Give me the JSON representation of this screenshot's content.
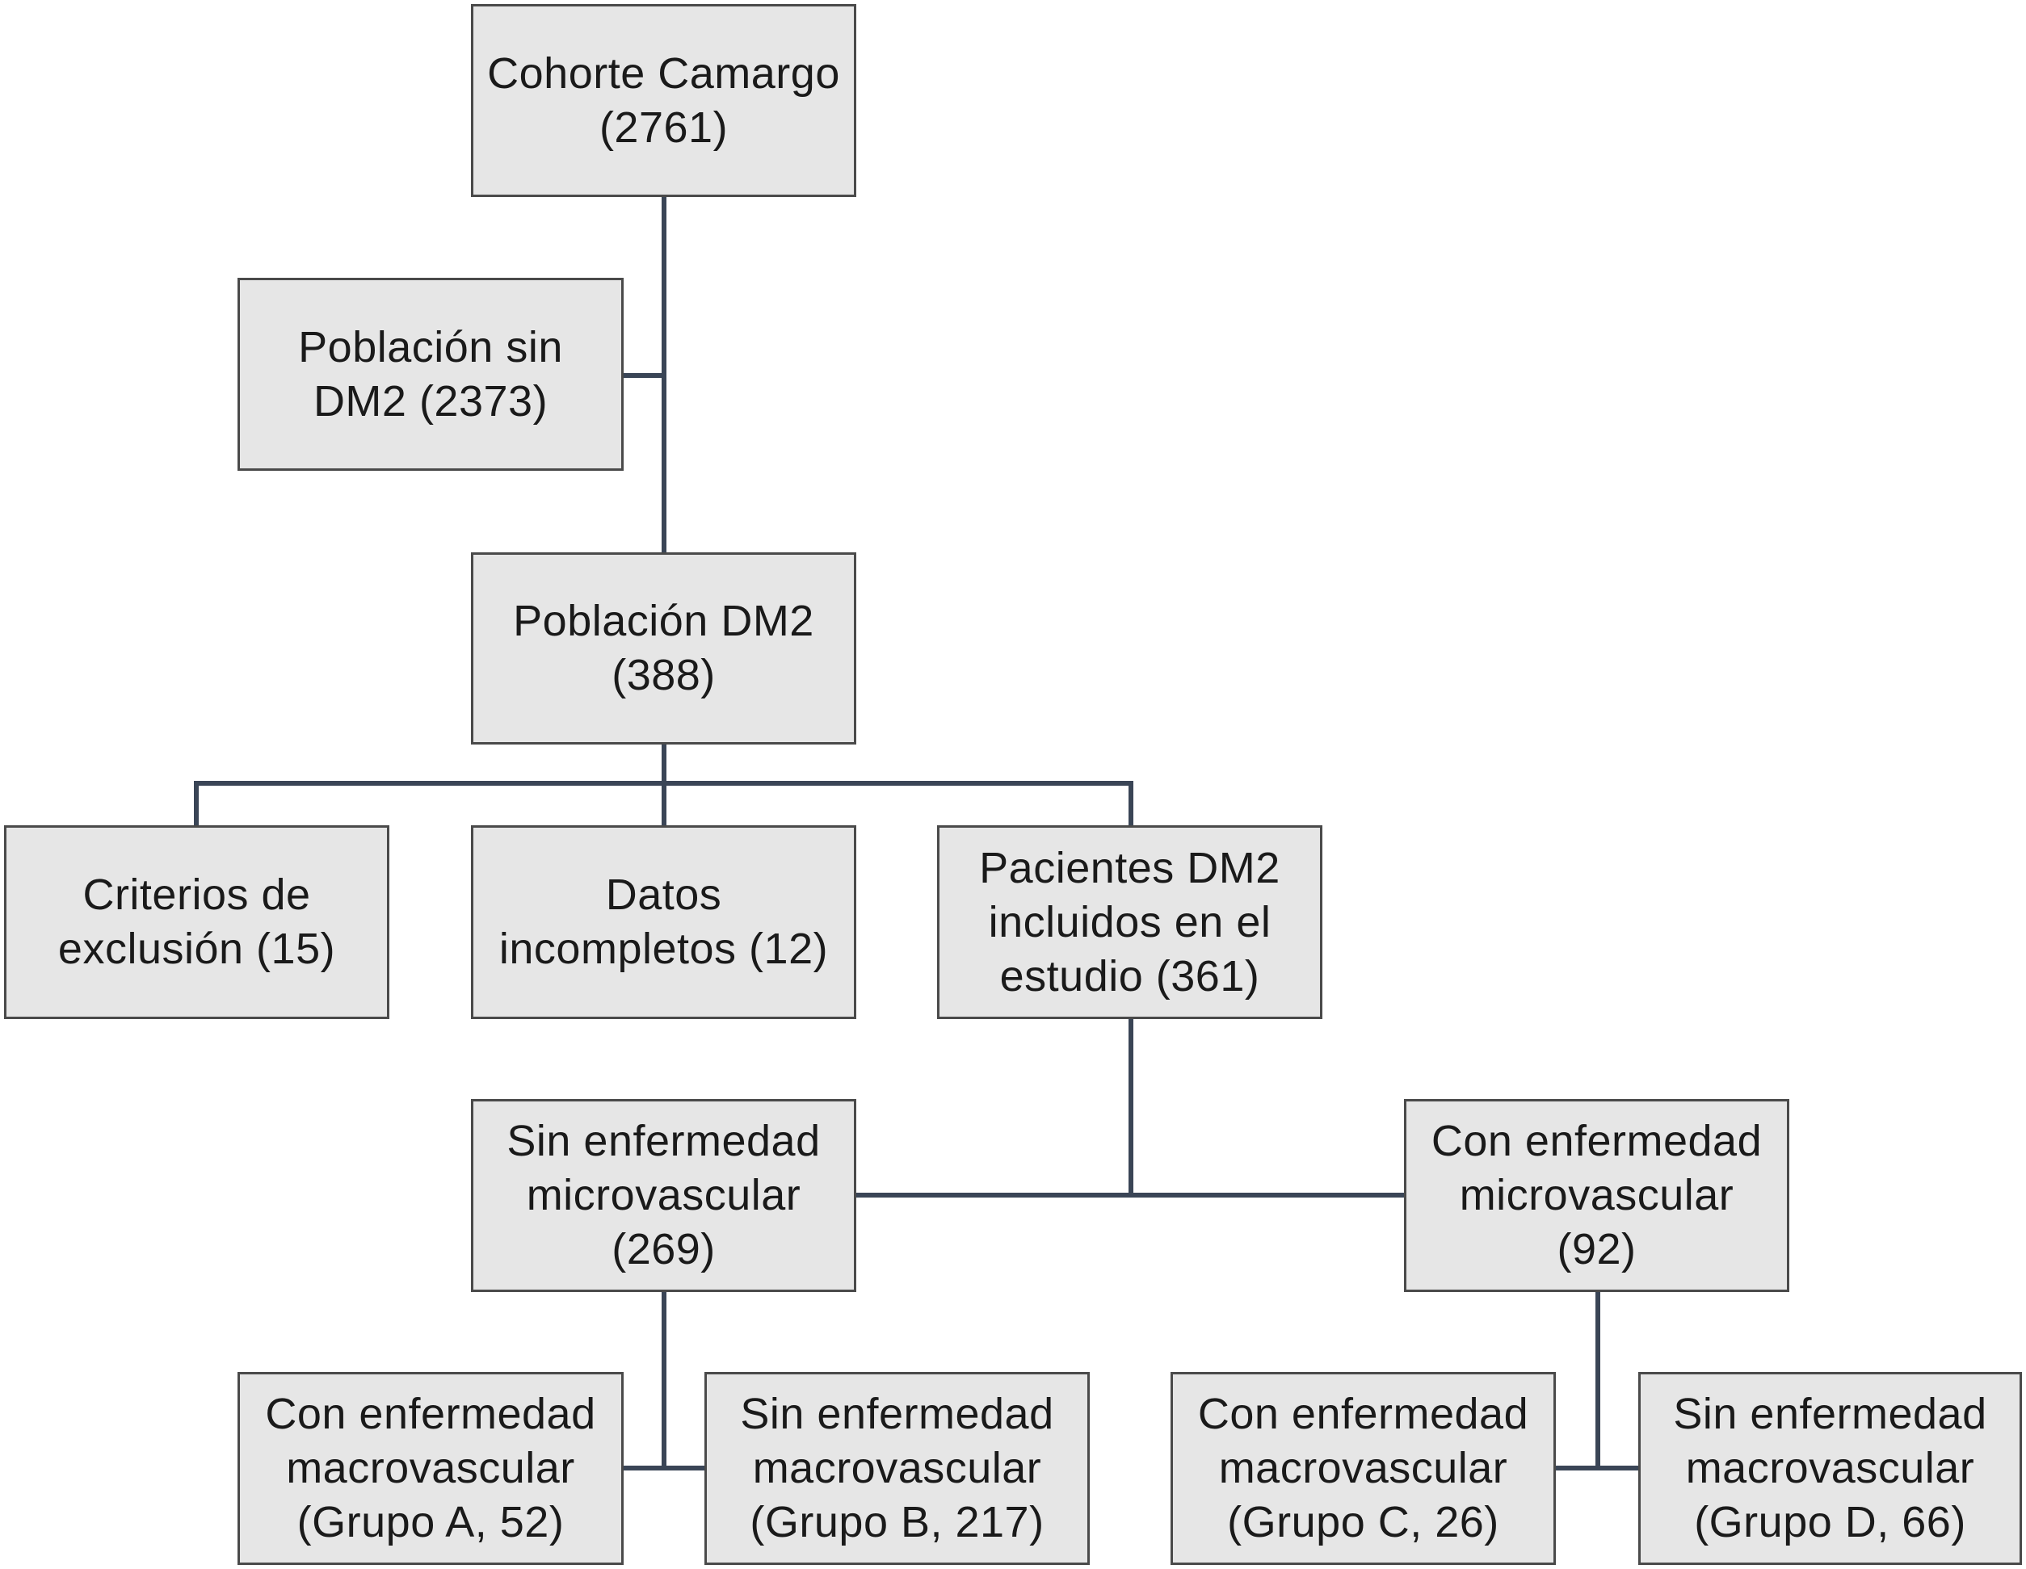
{
  "flowchart": {
    "cohort": "Cohorte Camargo\n(2761)",
    "no_dm2": "Población sin\nDM2 (2373)",
    "dm2_population": "Población DM2\n(388)",
    "exclusion": "Criterios de\nexclusión (15)",
    "incomplete": "Datos\nincompletos (12)",
    "included": "Pacientes DM2\nincluidos en el\nestudio (361)",
    "without_micro": "Sin enfermedad\nmicrovascular\n(269)",
    "with_micro": "Con enfermedad\nmicrovascular (92)",
    "group_a": "Con enfermedad\nmacrovascular\n(Grupo A, 52)",
    "group_b": "Sin enfermedad\nmacrovascular\n(Grupo B, 217)",
    "group_c": "Con enfermedad\nmacrovascular\n(Grupo C, 26)",
    "group_d": "Sin enfermedad\nmacrovascular\n(Grupo D, 66)"
  },
  "colors": {
    "box_fill": "#e6e6e6",
    "box_border": "#4a4a4a",
    "connector": "#3a4556",
    "text": "#1a1a1a"
  }
}
